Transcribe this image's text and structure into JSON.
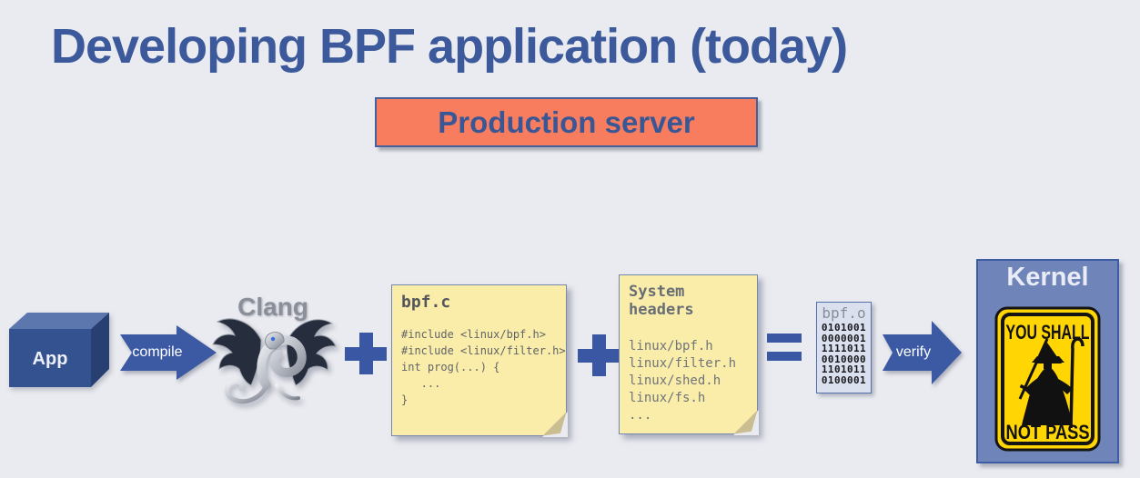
{
  "slide": {
    "title": "Developing BPF application (today)",
    "banner_label": "Production server"
  },
  "flow": {
    "app_label": "App",
    "compile_label": "compile",
    "clang_label": "Clang",
    "bpfc_note": {
      "title": "bpf.c",
      "lines": [
        "#include <linux/bpf.h>",
        "#include <linux/filter.h>",
        "int prog(...) {",
        "   ...",
        "}"
      ]
    },
    "headers_note": {
      "title": "System headers",
      "lines": [
        "linux/bpf.h",
        "linux/filter.h",
        "linux/shed.h",
        "linux/fs.h",
        "..."
      ]
    },
    "object_file": {
      "title": "bpf.o",
      "rows": [
        "0101001",
        "0000001",
        "1111011",
        "0010000",
        "1101011",
        "0100001"
      ]
    },
    "verify_label": "verify",
    "kernel": {
      "title": "Kernel",
      "sign_top": "YOU SHALL",
      "sign_bottom": "NOT PASS"
    }
  },
  "colors": {
    "background": "#eaebf0",
    "title_blue": "#3c5a9b",
    "banner_coral": "#f87d5f",
    "operator_blue": "#3a57a4",
    "note_yellow": "#f9eda9",
    "note_border": "#7487b2",
    "kernel_fill": "#6f84b9",
    "sign_yellow": "#ffd504"
  }
}
